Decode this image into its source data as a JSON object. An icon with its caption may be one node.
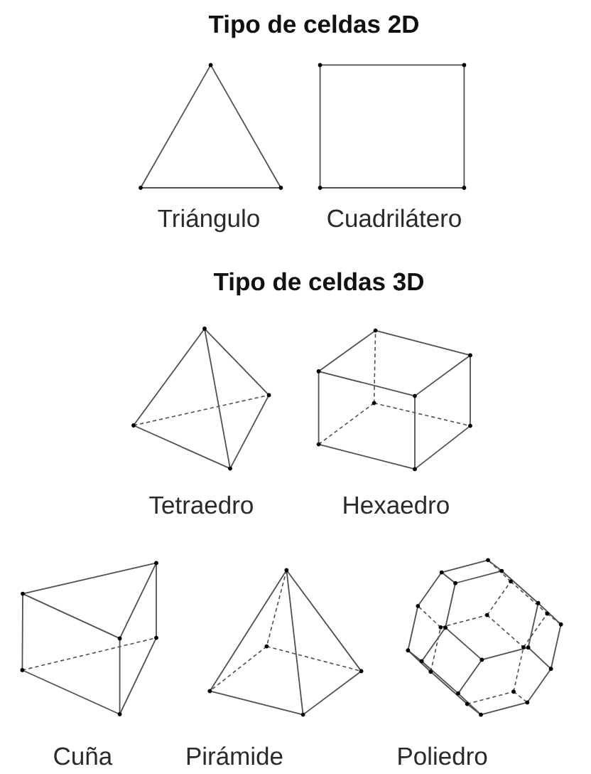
{
  "diagram": {
    "labels": [
      "Tipo de celdas 2D",
      "Triángulo",
      "Cuadrilátero",
      "Tipo de celdas 3D",
      "Tetraedro",
      "Hexaedro",
      "Cuña",
      "Pirámide",
      "Poliedro"
    ]
  }
}
